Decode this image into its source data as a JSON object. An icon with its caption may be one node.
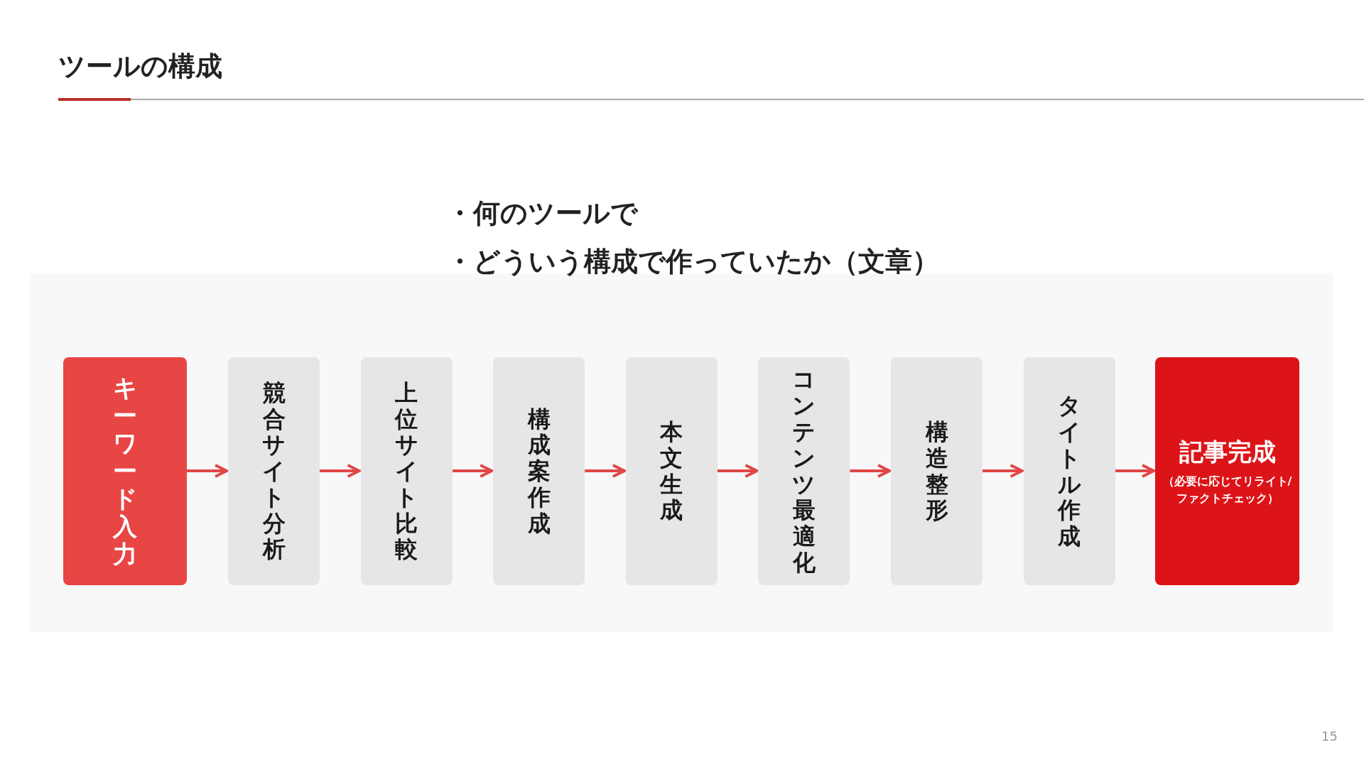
{
  "diagram": {
    "title": "ツールの構成",
    "nodes": [
      {
        "text": [
          "キーワード入力"
        ]
      },
      {
        "text": [
          "競合サイト分析"
        ]
      },
      {
        "text": [
          "上位サイト比較"
        ]
      },
      {
        "text": [
          "構成案作成"
        ]
      },
      {
        "text": [
          "本文生成"
        ]
      },
      {
        "text": [
          "コンテンツ最適化"
        ]
      },
      {
        "text": [
          "構造整形"
        ]
      },
      {
        "text": [
          "タイトル作成"
        ]
      },
      {
        "text": [
          "記事完成",
          "（必要に応じてリライト/ファクトチェック）"
        ]
      }
    ],
    "edges": [
      {
        "from": 0,
        "to": 1,
        "arrow": "to"
      },
      {
        "from": 1,
        "to": 2,
        "arrow": "to"
      },
      {
        "from": 2,
        "to": 3,
        "arrow": "to"
      },
      {
        "from": 3,
        "to": 4,
        "arrow": "to"
      },
      {
        "from": 4,
        "to": 5,
        "arrow": "to"
      },
      {
        "from": 5,
        "to": 6,
        "arrow": "to"
      },
      {
        "from": 6,
        "to": 7,
        "arrow": "to"
      },
      {
        "from": 7,
        "to": 8,
        "arrow": "to"
      }
    ],
    "labels": [
      "・何のツールで",
      "・どういう構成で作っていたか（文章）",
      "15"
    ]
  }
}
